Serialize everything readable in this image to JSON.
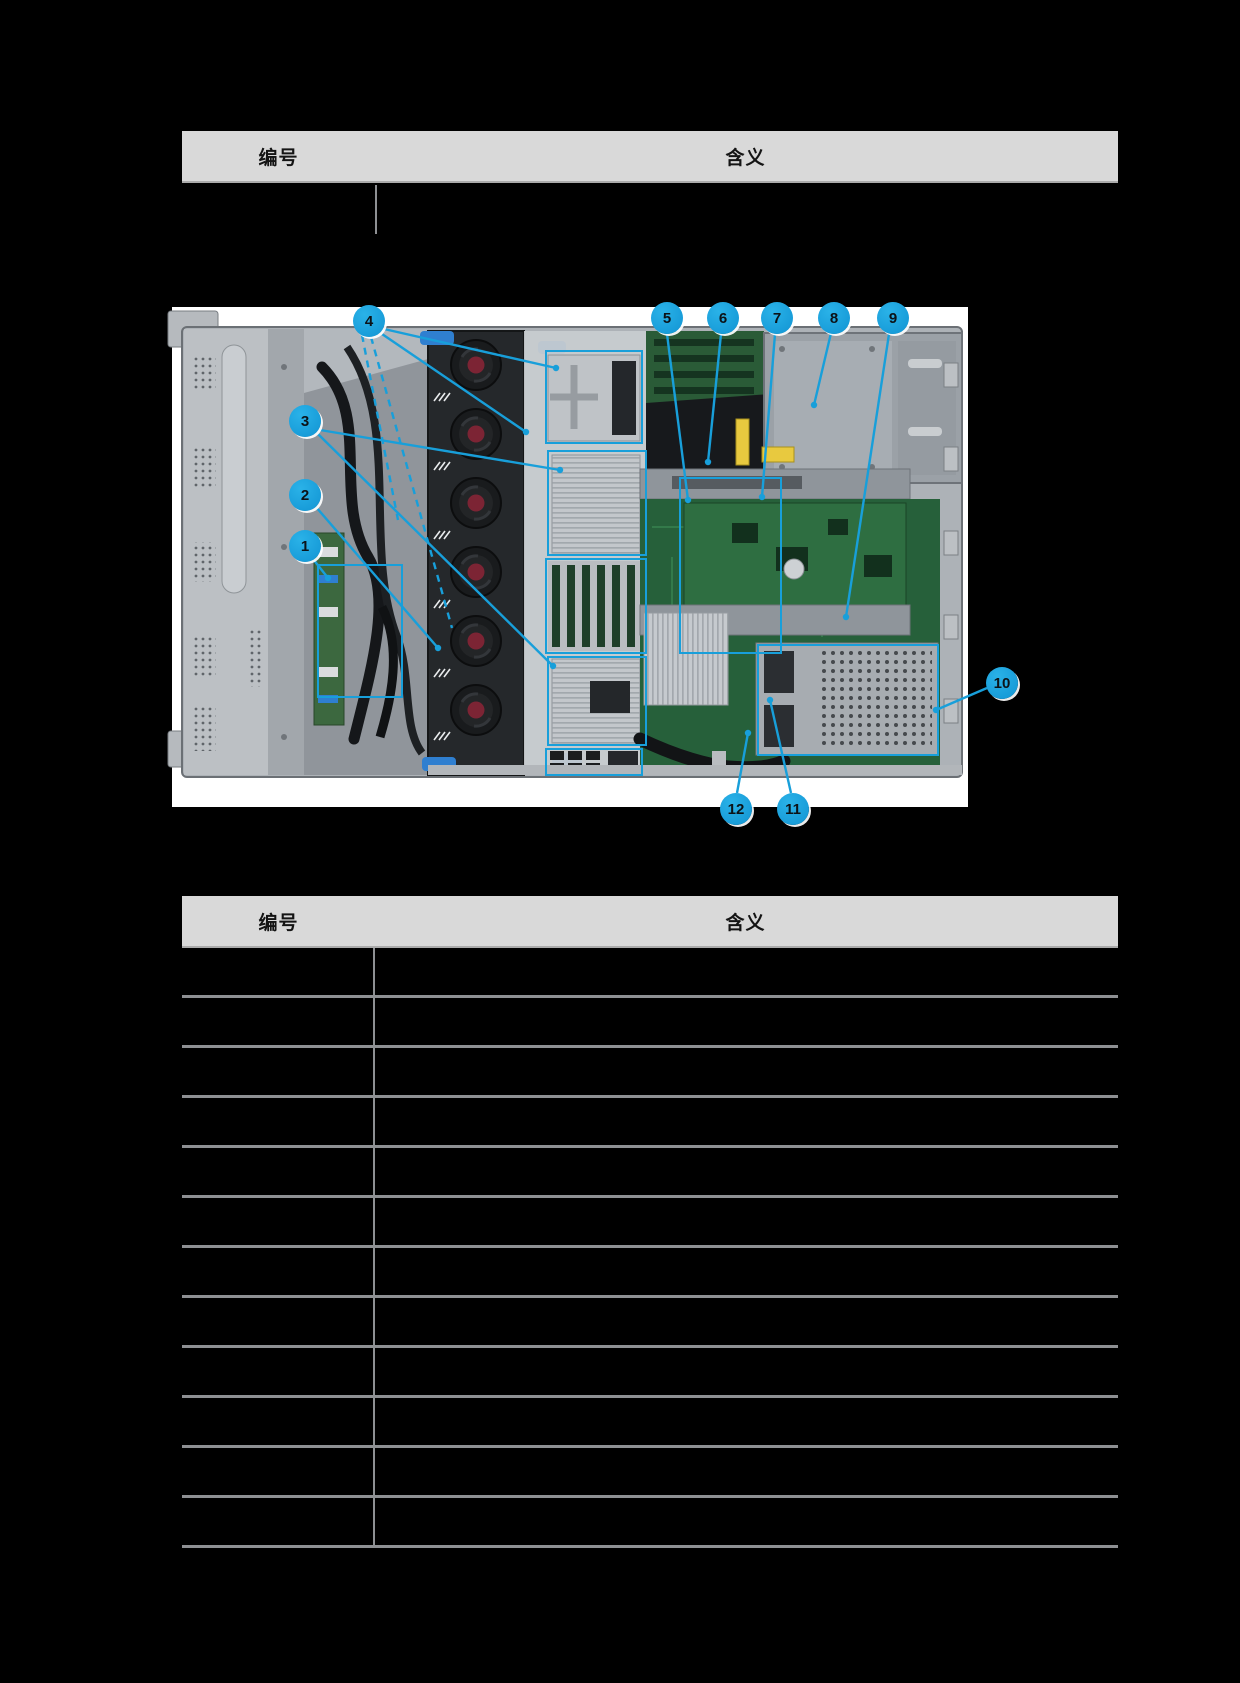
{
  "page": {
    "background": "#000000"
  },
  "colors": {
    "callout_blue": "#189fda",
    "table_header_bg": "#d9d9d9",
    "table_grid_line": "#8e9093",
    "figure_background": "#ffffff"
  },
  "table_top": {
    "col_number": "编号",
    "col_meaning": "含义",
    "empty_row_count": 1
  },
  "figure": {
    "kind": "server-internal-top-view-photo",
    "callouts": [
      "1",
      "2",
      "3",
      "4",
      "5",
      "6",
      "7",
      "8",
      "9",
      "10",
      "11",
      "12"
    ]
  },
  "table_bottom": {
    "col_number": "编号",
    "col_meaning": "含义",
    "empty_row_count": 12
  }
}
